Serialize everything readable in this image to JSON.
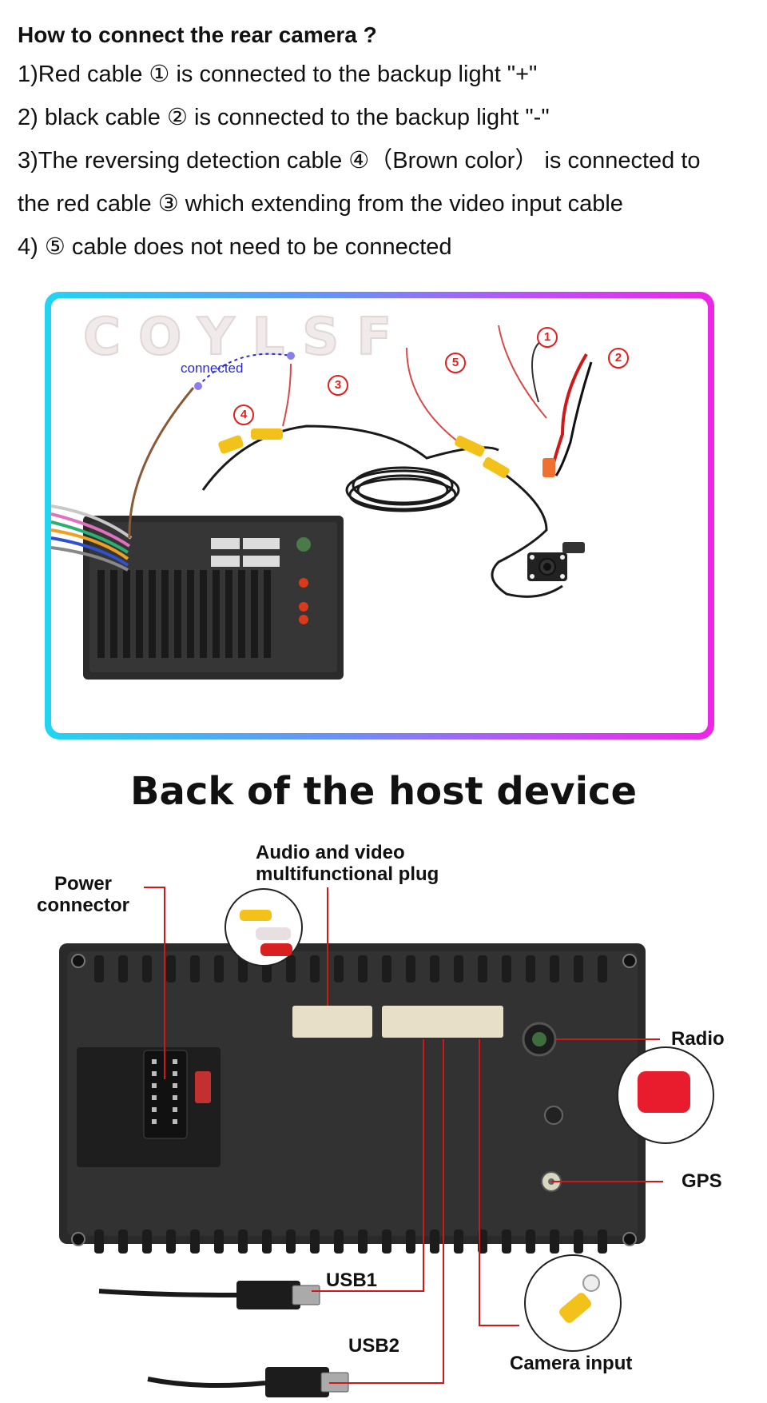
{
  "instructions": {
    "title": "How to connect the rear camera ?",
    "lines": [
      "1)Red cable ① is connected to the backup light \"+\"",
      "2) black cable ② is connected to the backup light \"-\"",
      "3)The reversing detection cable ④（Brown color） is connected to",
      "the red cable ③ which extending from the video input cable",
      "4) ⑤ cable does not need to be connected"
    ]
  },
  "wiring_diagram": {
    "brand": "COYLSF",
    "connected_label": "connected",
    "markers": [
      "1",
      "2",
      "3",
      "4",
      "5"
    ]
  },
  "host_device": {
    "title": "Back of the host device",
    "labels": {
      "power": "Power\nconnector",
      "av_plug": "Audio and video\nmultifunctional plug",
      "radio": "Radio",
      "gps": "GPS",
      "usb1": "USB1",
      "usb2": "USB2",
      "camera": "Camera input"
    }
  },
  "colors": {
    "accent_red": "#d01818",
    "frame_start": "#22d4f2",
    "frame_end": "#ee26e6",
    "connected_blue": "#2a2ad8",
    "brown_cable": "#8a5a36"
  }
}
